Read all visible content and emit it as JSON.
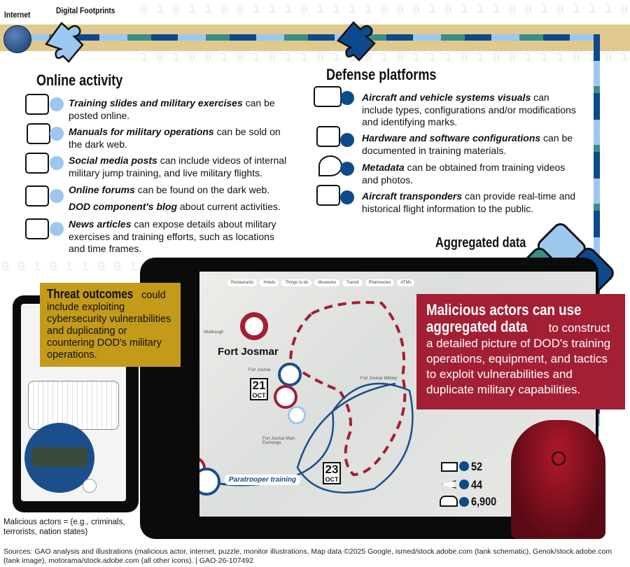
{
  "header": {
    "internet_label": "Internet",
    "digital_footprints_label": "Digital Footprints"
  },
  "online_activity": {
    "title": "Online activity",
    "items": [
      {
        "bold": "Training slides and military exercises",
        "text": " can be posted online.",
        "icon": "book-icon"
      },
      {
        "bold": "Manuals for military operations",
        "text": " can be sold on the dark web.",
        "icon": "manual-icon"
      },
      {
        "bold": "Social media posts",
        "text": " can include videos of internal military jump training, and live military flights.",
        "icon": "thumbs-up-icon"
      },
      {
        "bold": "Online forums",
        "text": " can be found on the dark web.",
        "icon": "chat-icon"
      },
      {
        "bold": "DOD component's blog",
        "text": " about current activities.",
        "icon": "chat-icon"
      },
      {
        "bold": "News articles",
        "text": " can expose details about military exercises and training efforts, such as locations and time frames.",
        "icon": "chat-icon"
      }
    ]
  },
  "defense_platforms": {
    "title": "Defense platforms",
    "items": [
      {
        "bold": "Aircraft and vehicle systems visuals",
        "text": " can include types, configurations and/or modifications and identifying marks.",
        "icon": "jet-tank-icon"
      },
      {
        "bold": "Hardware and software configurations",
        "text": " can be documented in training materials.",
        "icon": "code-gear-icon"
      },
      {
        "bold": "Metadata",
        "text": " can be obtained from training videos and photos.",
        "icon": "location-pin-icon"
      },
      {
        "bold": "Aircraft transponders",
        "text": " can provide real-time and historical flight information to the public.",
        "icon": "jet-pin-icon"
      }
    ]
  },
  "aggregated_label": "Aggregated data",
  "map": {
    "chips": [
      "Restaurants",
      "Hotels",
      "Things to do",
      "Museums",
      "Transit",
      "Pharmacies",
      "ATMs"
    ],
    "place": "Fort Josmar",
    "small_labels": [
      "Muldraugh",
      "Fort Josmar",
      "Fort Josmar Main Exchange",
      "Fort Josmar Military"
    ],
    "date1": {
      "day": "21",
      "month": "OCT"
    },
    "date2": {
      "day": "23",
      "month": "OCT"
    },
    "route_label": "Paratrooper training"
  },
  "threat": {
    "bold": "Threat outcomes",
    "text": " could include exploiting cybersecurity vulnerabilities and duplicating or countering DOD's military operations."
  },
  "malicious": {
    "bold1": "Malicious actors can use",
    "bold2": "aggregated data",
    "text": " to construct a detailed picture of DOD's training operations, equipment, and tactics to exploit vulnerabilities and duplicate military capabilities."
  },
  "stats": [
    {
      "icon": "tank-icon",
      "value": "52"
    },
    {
      "icon": "jet-icon",
      "value": "44"
    },
    {
      "icon": "people-icon",
      "value": "6,900"
    }
  ],
  "footnote": "Malicious actors = (e.g., criminals, terrorists, nation states)",
  "sources": "Sources: GAO analysis and illustrations (malicious actor, internet, puzzle, monitor illustrations, Map data ©2025 Google, ismed/stock.adobe.com (tank schematic), Genok/stock.adobe.com (tank image), motorama/stock.adobe.com (all other icons).  |  GAO-26-107492",
  "colors": {
    "light_blue": "#9cc7ef",
    "teal": "#3a8e86",
    "navy": "#0d4a8c",
    "gold": "#c49a1b",
    "red": "#a31f34",
    "tan": "#e0c98f"
  }
}
